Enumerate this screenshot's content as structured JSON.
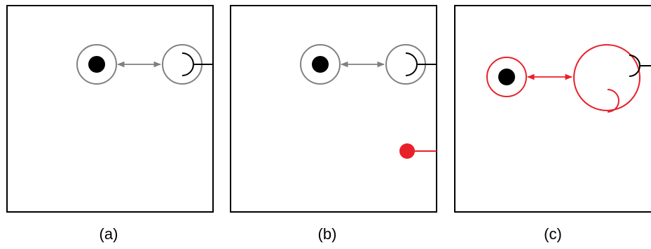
{
  "panels": [
    {
      "label": "(a)"
    },
    {
      "label": "(b)"
    },
    {
      "label": "(c)"
    }
  ],
  "colors": {
    "frame": "#000000",
    "neutral_ring": "#808080",
    "neutral_arrow": "#808080",
    "highlight": "#e8202a",
    "black_dot": "#000000"
  }
}
